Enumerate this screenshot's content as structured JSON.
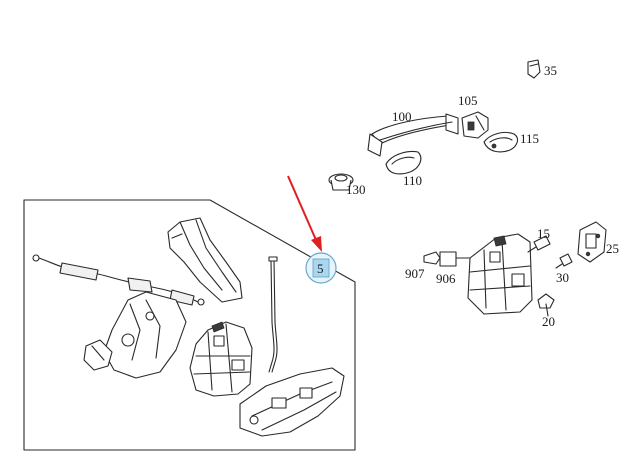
{
  "accent": {
    "callout_fill": "#a8d8f0",
    "callout_ring": "#6aa9cc",
    "arrow": "#e02020"
  },
  "labels": {
    "p35": "35",
    "p100": "100",
    "p105": "105",
    "p115": "115",
    "p110": "110",
    "p130": "130",
    "p15": "15",
    "p25": "25",
    "p907": "907",
    "p906": "906",
    "p30": "30",
    "p20": "20",
    "callout": "5"
  }
}
